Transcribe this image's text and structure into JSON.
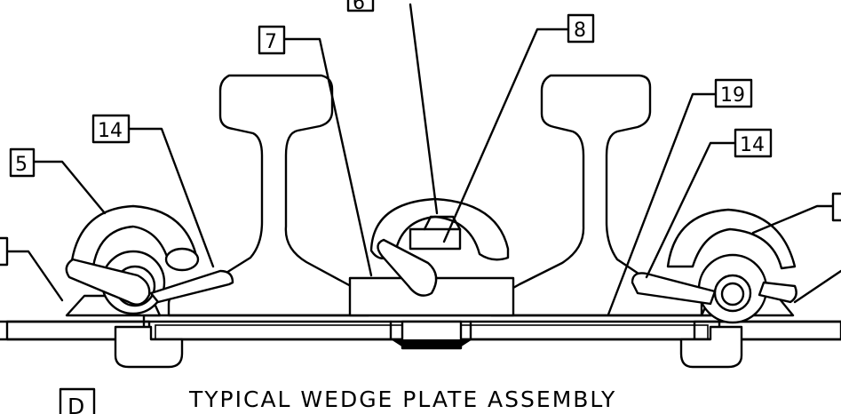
{
  "labels": {
    "item_6": "6",
    "item_7": "7",
    "item_8": "8",
    "item_19": "19",
    "item_14_left": "14",
    "item_14_right": "14",
    "item_5": "5"
  },
  "caption": {
    "title": "TYPICAL WEDGE PLATE ASSEMBLY",
    "detail_tag": "D"
  }
}
